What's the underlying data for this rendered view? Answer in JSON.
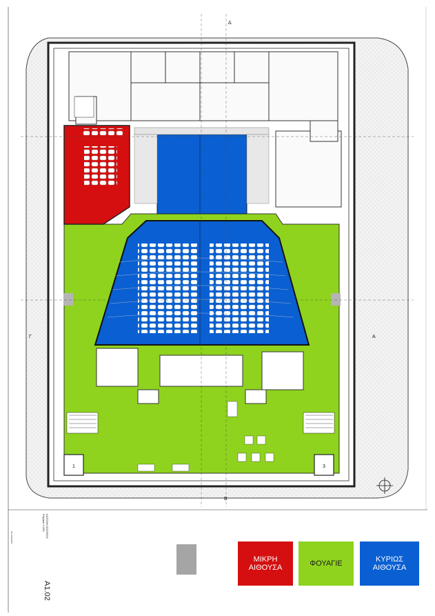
{
  "legend": {
    "small_hall": {
      "label_line1": "ΜΙΚΡΗ",
      "label_line2": "ΑΙΘΟΥΣΑ",
      "color": "#d50f0f"
    },
    "foyer": {
      "label": "ΦΟΥΑΓΙΕ",
      "color": "#8fd31e"
    },
    "main_hall": {
      "label_line1": "ΚΥΡΙΩΣ",
      "label_line2": "ΑΙΘΟΥΣΑ",
      "color": "#0a5fd2"
    },
    "unlabeled_gray_color": "#a5a5a5"
  },
  "sheet": {
    "number": "Α1.02",
    "title": "ΚΑΤΟΨΗ ΙΣΟΓΕΙΟΥ",
    "scale": "Κλίμακα 1:200",
    "note": "ΑΡ. ΣΧΕΔΙΟΥ"
  },
  "markers": {
    "north_arrow": "north-arrow-icon",
    "section_top": "Δ",
    "section_bottom": "Β",
    "section_left": "Γ",
    "section_right": "Α",
    "stair_left": "1",
    "stair_right": "3"
  }
}
